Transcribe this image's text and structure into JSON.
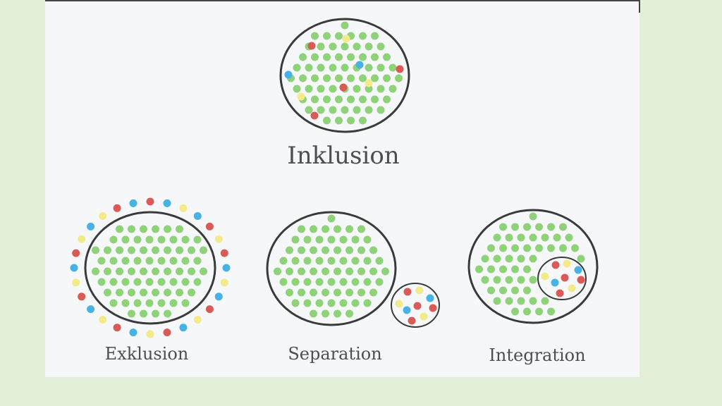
{
  "labels": {
    "inclusion": "Inklusion",
    "exclusion": "Exklusion",
    "separation": "Separation",
    "integration": "Integration"
  },
  "colors": {
    "background": "#e3efd9",
    "sheet": "#f6f7f9",
    "outline": "#3a3a3a",
    "majority": "#8fd27a",
    "red": "#d95a57",
    "blue": "#47b2e6",
    "yellow": "#f3ea8a"
  },
  "dot_groups": {
    "majority": "green",
    "minorities": [
      "red",
      "blue",
      "yellow"
    ]
  }
}
